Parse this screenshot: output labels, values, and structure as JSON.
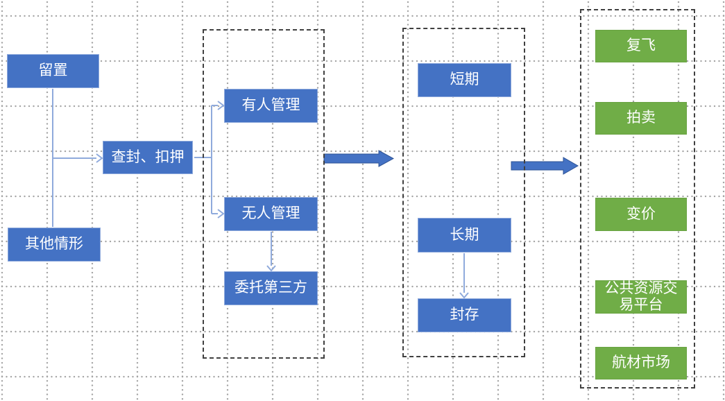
{
  "colors": {
    "node_fill_blue": "#4472c4",
    "node_border_blue": "#8faadc",
    "node_fill_green": "#70ad47",
    "node_border_green": "#69a342",
    "connector": "#8faadc",
    "block_arrow_fill": "#4472c4",
    "block_arrow_border": "#2e5395",
    "container_border": "#404040",
    "grid_dot": "#a3a3a3",
    "node_text": "#ffffff",
    "canvas_bg": "#ffffff"
  },
  "nodes": {
    "liuzhi": {
      "label": "留置"
    },
    "qita_qingxing": {
      "label": "其他情形"
    },
    "chafeng_kouya": {
      "label": "查封、扣押"
    },
    "youren_guanli": {
      "label": "有人管理"
    },
    "wuren_guanli": {
      "label": "无人管理"
    },
    "weituo_disanfang": {
      "label": "委托第三方"
    },
    "duanqi": {
      "label": "短期"
    },
    "changqi": {
      "label": "长期"
    },
    "fengcun": {
      "label": "封存"
    },
    "fufei": {
      "label": "复飞"
    },
    "paimai": {
      "label": "拍卖"
    },
    "bianjia": {
      "label": "变价"
    },
    "gonggong_ziyuan": {
      "label": "公共资源交易平台"
    },
    "hangcai_shichang": {
      "label": "航材市场"
    }
  },
  "groups": [
    {
      "id": "group-management",
      "contains": [
        "youren_guanli",
        "wuren_guanli",
        "weituo_disanfang"
      ]
    },
    {
      "id": "group-duration",
      "contains": [
        "duanqi",
        "changqi",
        "fengcun"
      ]
    },
    {
      "id": "group-disposal",
      "contains": [
        "fufei",
        "paimai",
        "bianjia",
        "gonggong_ziyuan",
        "hangcai_shichang"
      ]
    }
  ],
  "edges": [
    {
      "from": "liuzhi",
      "to": "chafeng_kouya"
    },
    {
      "from": "qita_qingxing",
      "to": "chafeng_kouya"
    },
    {
      "from": "chafeng_kouya",
      "to": "youren_guanli"
    },
    {
      "from": "chafeng_kouya",
      "to": "wuren_guanli"
    },
    {
      "from": "wuren_guanli",
      "to": "weituo_disanfang"
    },
    {
      "from": "changqi",
      "to": "fengcun"
    },
    {
      "from": "group-management",
      "to": "group-duration",
      "style": "block-arrow"
    },
    {
      "from": "group-duration",
      "to": "group-disposal",
      "style": "block-arrow"
    }
  ]
}
